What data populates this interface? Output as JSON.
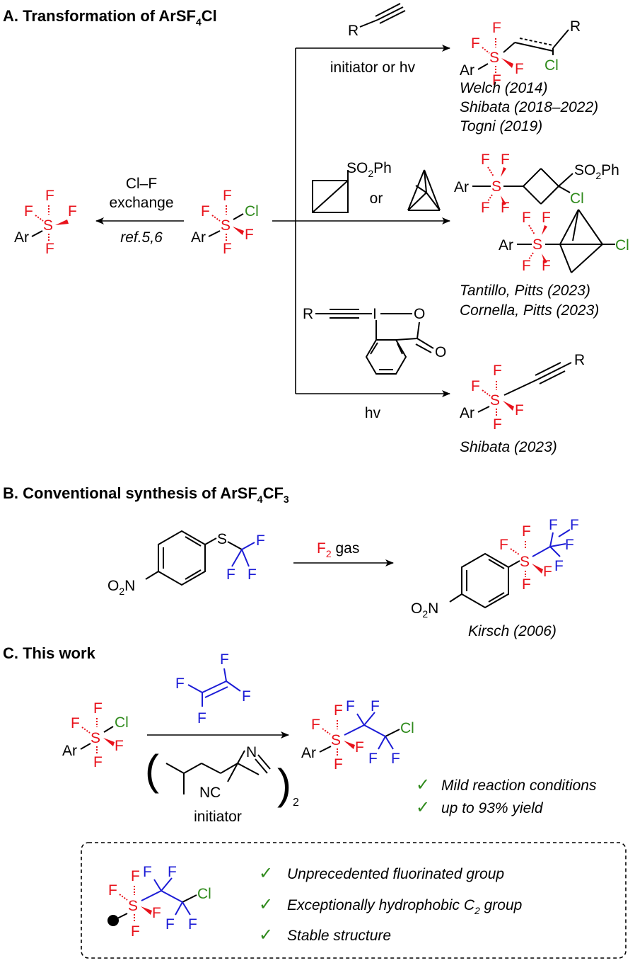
{
  "sectionA": {
    "title": "A. Transformation of ArSF",
    "title_sub": "4",
    "title_end": "Cl",
    "exchange_line1": "Cl–F",
    "exchange_line2": "exchange",
    "exchange_ref": "ref.5,6",
    "cond1": "initiator or hv",
    "cond3": "hv",
    "or": "or",
    "refs1": [
      "Welch (2014)",
      "Shibata (2018–2022)",
      "Togni (2019)"
    ],
    "refs2": [
      "Tantillo, Pitts (2023)",
      "Cornella, Pitts (2023)"
    ],
    "refs3": [
      "Shibata (2023)"
    ]
  },
  "sectionB": {
    "title": "B. Conventional synthesis of ArSF",
    "title_sub1": "4",
    "title_mid": "CF",
    "title_sub2": "3",
    "reagent": "F",
    "reagent_sub": "2",
    "reagent_end": " gas",
    "ref": "Kirsch (2006)"
  },
  "sectionC": {
    "title": "C. This work",
    "initiator_label": "initiator",
    "benefits": [
      "Mild reaction conditions",
      "up to 93% yield"
    ]
  },
  "box": {
    "features": [
      "Unprecedented fluorinated group",
      "Exceptionally hydrophobic C",
      "group",
      "Stable structure"
    ],
    "feature_sub": "2"
  },
  "atoms": {
    "S": "S",
    "F": "F",
    "Cl": "Cl",
    "Ar": "Ar",
    "R": "R",
    "I": "I",
    "O": "O",
    "N": "N",
    "NC": "NC",
    "SO2Ph_a": "SO",
    "SO2Ph_sub": "2",
    "SO2Ph_b": "Ph",
    "O2N_a": "O",
    "O2N_sub": "2",
    "O2N_b": "N",
    "paren_l": "(",
    "paren_r": ")",
    "sub2": "2",
    "check": "✓"
  },
  "colors": {
    "sulfur_fluorine": "#e8121b",
    "chlorine": "#2f8a1c",
    "fluoroalkyl": "#1c1cd6"
  }
}
